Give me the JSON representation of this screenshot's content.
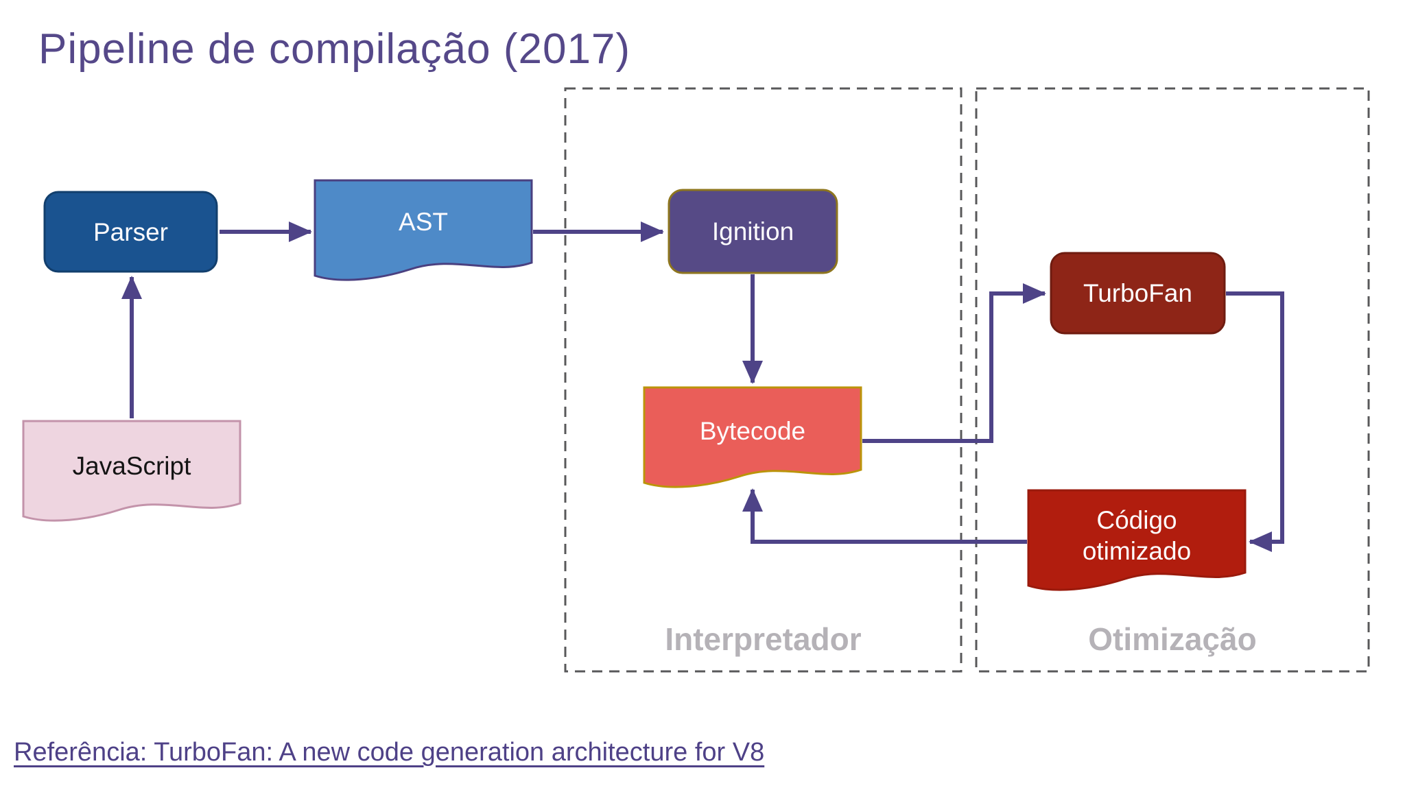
{
  "title": "Pipeline de compilação (2017)",
  "reference": {
    "label": "Referência: TurboFan: A new code generation architecture for V8"
  },
  "groups": {
    "interpretador": {
      "label": "Interpretador"
    },
    "otimizacao": {
      "label": "Otimização"
    }
  },
  "nodes": {
    "javascript": {
      "label": "JavaScript",
      "shape": "document",
      "fill": "#eed5e0",
      "stroke": "#c393aa",
      "text_color": "#141414"
    },
    "parser": {
      "label": "Parser",
      "shape": "rounded-rect",
      "fill": "#1a5390",
      "stroke": "#123f6d",
      "text_color": "#ffffff"
    },
    "ast": {
      "label": "AST",
      "shape": "document",
      "fill": "#4e8ac8",
      "stroke": "#4a4080",
      "text_color": "#ffffff"
    },
    "ignition": {
      "label": "Ignition",
      "shape": "rounded-rect",
      "fill": "#564a86",
      "stroke": "#8e761f",
      "text_color": "#ffffff"
    },
    "bytecode": {
      "label": "Bytecode",
      "shape": "document",
      "fill": "#ea5e59",
      "stroke": "#bb940a",
      "text_color": "#ffffff"
    },
    "turbofan": {
      "label": "TurboFan",
      "shape": "rounded-rect",
      "fill": "#8e2517",
      "stroke": "#6f1c10",
      "text_color": "#ffffff"
    },
    "codigo_otimizado": {
      "label": "Código otimizado",
      "shape": "document",
      "fill": "#b11d0e",
      "stroke": "#9a1a0c",
      "text_color": "#ffffff"
    }
  },
  "edges": [
    {
      "from": "javascript",
      "to": "parser"
    },
    {
      "from": "parser",
      "to": "ast"
    },
    {
      "from": "ast",
      "to": "ignition"
    },
    {
      "from": "ignition",
      "to": "bytecode"
    },
    {
      "from": "bytecode",
      "to": "turbofan"
    },
    {
      "from": "turbofan",
      "to": "codigo_otimizado"
    },
    {
      "from": "codigo_otimizado",
      "to": "bytecode"
    }
  ],
  "colors": {
    "background": "#ffffff",
    "title": "#554889",
    "link": "#4e4187",
    "arrow": "#4e4387",
    "container_border": "#58585a",
    "container_label": "#b5b2b7"
  }
}
